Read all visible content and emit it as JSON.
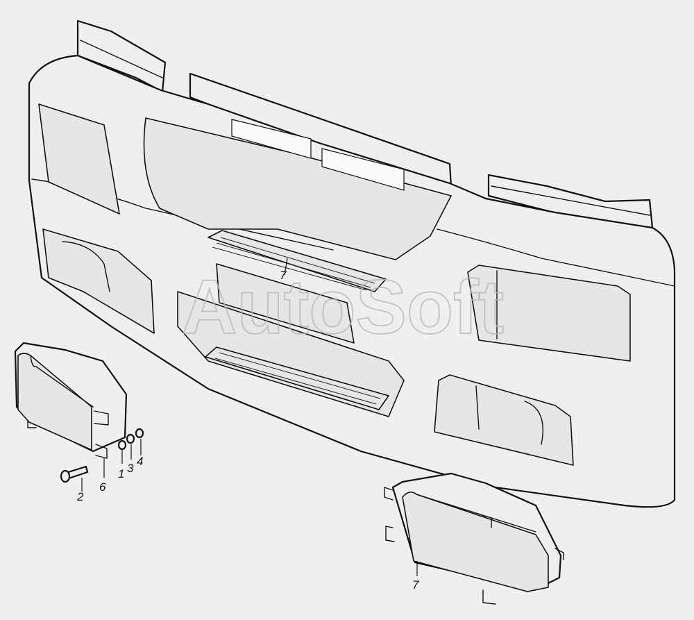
{
  "watermark": "AutoSoft",
  "callouts": [
    {
      "id": "1",
      "text": "1"
    },
    {
      "id": "2",
      "text": "2"
    },
    {
      "id": "3",
      "text": "3"
    },
    {
      "id": "4",
      "text": "4"
    },
    {
      "id": "6",
      "text": "6"
    },
    {
      "id": "7a",
      "text": "7"
    },
    {
      "id": "7b",
      "text": "7"
    }
  ]
}
